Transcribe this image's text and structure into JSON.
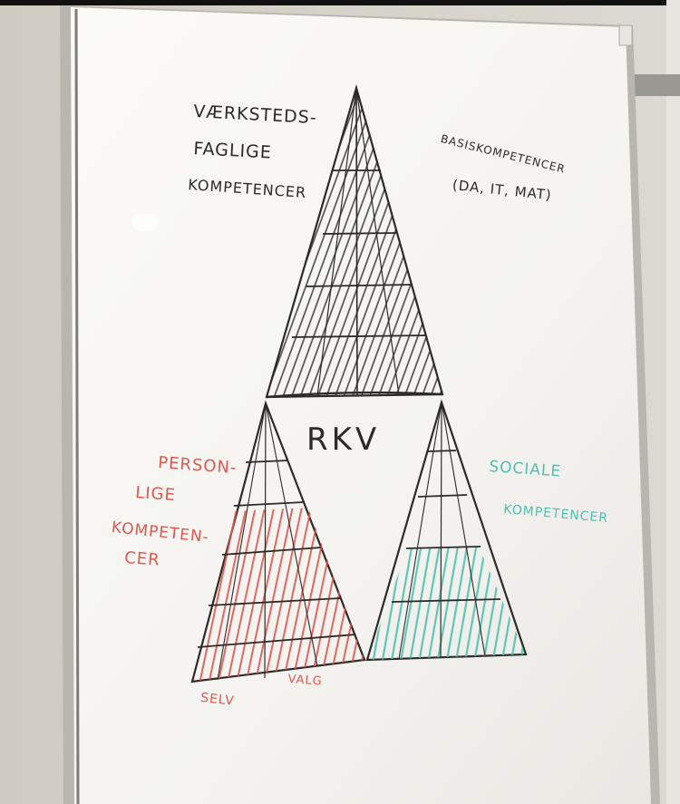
{
  "whiteboard": {
    "top_left_label": [
      "VÆRKSTEDS-",
      "FAGLIGE",
      "KOMPETENCER"
    ],
    "top_right_label": [
      "BASISKOMPETENCER",
      "(DA, IT, MAT)"
    ],
    "center_label": "RKV",
    "left_label": [
      "PERSON-",
      "LIGE",
      "KOMPETEN-",
      "CER"
    ],
    "right_label": [
      "SOCIALE",
      "KOMPETENCER"
    ],
    "bottom_left_label": "SELV",
    "bottom_right_label": "VALG"
  },
  "colors": {
    "ink_dark": "#2c2a28",
    "ink_red": "#e0584f",
    "ink_teal": "#4fc0b0",
    "board": "#f6f5f1"
  }
}
